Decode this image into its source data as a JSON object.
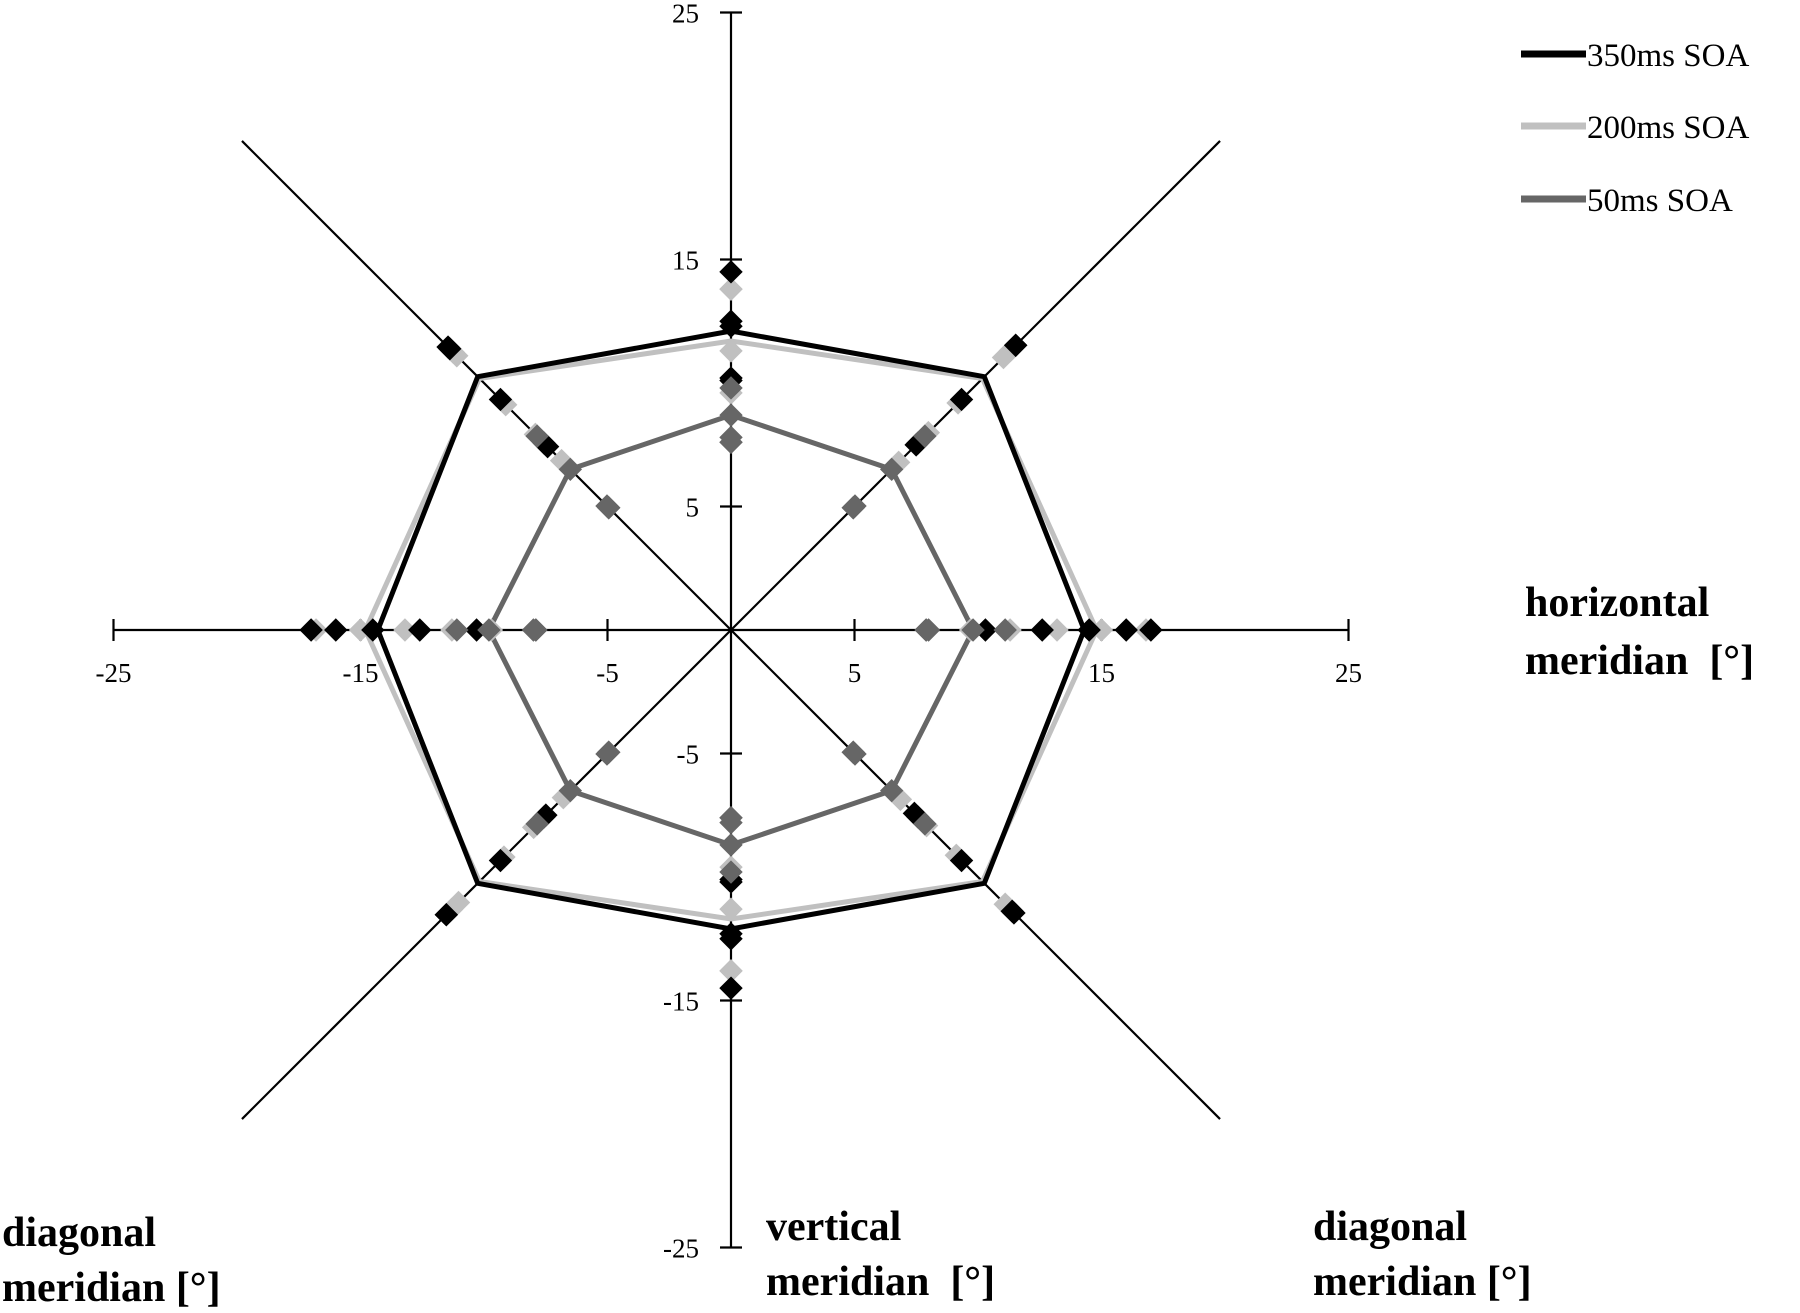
{
  "chart_data": {
    "type": "radar",
    "axes": {
      "horizontal": {
        "title_lines": [
          "horizontal",
          "meridian  [°]"
        ],
        "range": [
          -25,
          25
        ],
        "ticks": [
          -25,
          -15,
          -5,
          5,
          15,
          25
        ],
        "tick_labels": [
          "-25",
          "-15",
          "-5",
          "5",
          "15",
          "25"
        ]
      },
      "vertical": {
        "title_lines": [
          "vertical",
          "meridian  [°]"
        ],
        "range": [
          -25,
          25
        ],
        "ticks": [
          -25,
          -15,
          -5,
          5,
          15,
          25
        ],
        "tick_labels": [
          "-25",
          "-15",
          "-5",
          "5",
          "15",
          "25"
        ]
      },
      "diagonal": {
        "title_lines": [
          "diagonal",
          "meridian [°]"
        ],
        "range": [
          -25,
          25
        ]
      }
    },
    "directions_deg": [
      0,
      45,
      90,
      135,
      180,
      225,
      270,
      315
    ],
    "series": [
      {
        "name": "350ms SOA",
        "color": "#000000",
        "polygon": [
          14.3,
          14.5,
          12.1,
          14.5,
          14.3,
          14.5,
          12.1,
          14.5
        ],
        "points": [
          [
            16.0,
            12.6,
            14.5,
            10.3,
            17.0
          ],
          [
            16.3,
            10.7,
            13.2,
            10.6,
            16.3
          ],
          [
            12.3,
            10.2,
            14.5,
            10.1,
            12.5
          ],
          [
            16.2,
            10.7,
            13.2,
            10.5,
            16.1
          ],
          [
            16.0,
            12.6,
            14.5,
            10.3,
            17.0
          ],
          [
            16.3,
            10.7,
            13.2,
            10.6,
            16.3
          ],
          [
            12.3,
            10.2,
            14.5,
            10.1,
            12.5
          ],
          [
            16.2,
            10.7,
            13.2,
            10.5,
            16.1
          ]
        ]
      },
      {
        "name": "200ms SOA",
        "color": "#c0c0c0",
        "polygon": [
          14.8,
          14.4,
          11.7,
          14.4,
          14.8,
          14.4,
          11.7,
          14.4
        ],
        "points": [
          [
            16.8,
            13.2,
            11.3,
            9.7,
            15.0
          ],
          [
            15.6,
            11.3,
            9.6,
            13.0,
            16.0
          ],
          [
            13.8,
            10.2,
            11.3,
            9.6,
            13.8
          ],
          [
            15.7,
            11.2,
            9.7,
            12.9,
            15.9
          ],
          [
            16.8,
            13.2,
            11.3,
            9.7,
            15.0
          ],
          [
            15.6,
            11.3,
            9.6,
            13.0,
            16.0
          ],
          [
            13.8,
            10.2,
            11.3,
            9.6,
            13.8
          ],
          [
            15.7,
            11.2,
            9.7,
            12.9,
            15.9
          ]
        ]
      },
      {
        "name": "50ms SOA",
        "color": "#666666",
        "polygon": [
          9.8,
          9.2,
          8.7,
          9.2,
          9.8,
          9.2,
          8.7,
          9.2
        ],
        "points": [
          [
            7.9,
            11.1,
            9.8,
            8.0,
            7.9
          ],
          [
            7.0,
            11.1,
            9.2,
            7.1,
            7.0
          ],
          [
            7.6,
            9.8,
            8.7,
            7.8,
            7.6
          ],
          [
            7.0,
            11.1,
            9.2,
            7.1,
            7.0
          ],
          [
            7.9,
            11.1,
            9.8,
            8.0,
            7.9
          ],
          [
            7.0,
            11.1,
            9.2,
            7.1,
            7.0
          ],
          [
            7.6,
            9.8,
            8.7,
            7.8,
            7.6
          ],
          [
            7.0,
            11.1,
            9.2,
            7.1,
            7.0
          ]
        ]
      }
    ],
    "legend": {
      "position": "top-right",
      "entries": [
        "350ms SOA",
        "200ms SOA",
        "50ms SOA"
      ]
    },
    "grid": false
  }
}
